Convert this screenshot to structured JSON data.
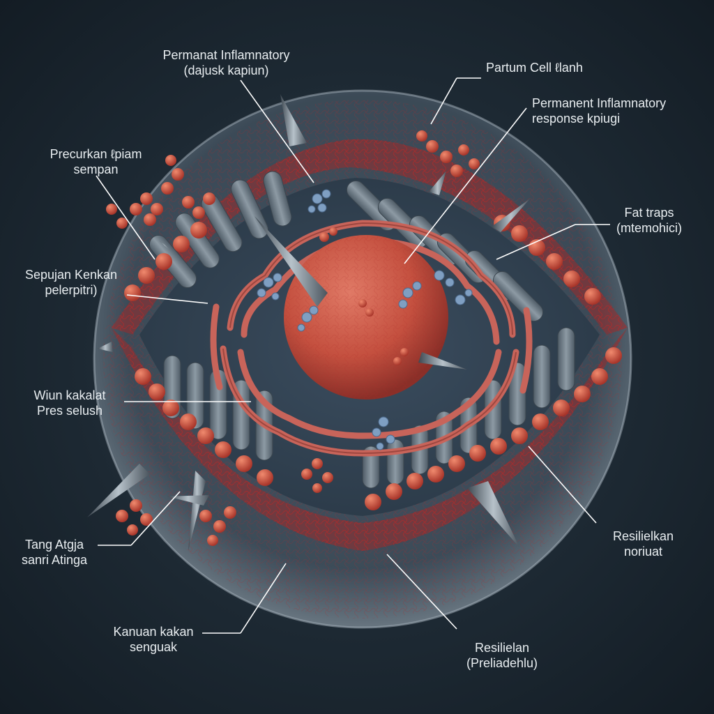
{
  "labels": [
    {
      "id": "top-center",
      "lines": [
        "Permanat Inflamnatory",
        "(dajusk kapiun)"
      ]
    },
    {
      "id": "top-right",
      "lines": [
        "Partum Cell ℓlanh"
      ]
    },
    {
      "id": "upper-right",
      "lines": [
        "Permanent Inflamnatory",
        "response kpiugi"
      ]
    },
    {
      "id": "upper-left",
      "lines": [
        "Precurkan ℓpiam",
        "sempan"
      ]
    },
    {
      "id": "right-1",
      "lines": [
        "Fat traps",
        "(mtemohici)"
      ]
    },
    {
      "id": "left-2",
      "lines": [
        "Sepujan Kenkan",
        "pelerpitri)"
      ]
    },
    {
      "id": "left-3",
      "lines": [
        "Wiun kakalat",
        "Pres selush"
      ]
    },
    {
      "id": "left-4",
      "lines": [
        "Tang Atgja",
        "sanri Atinga"
      ]
    },
    {
      "id": "right-2",
      "lines": [
        "Resilielkan",
        "noriuat"
      ]
    },
    {
      "id": "bottom-left",
      "lines": [
        "Kanuan kakan",
        "senguak"
      ]
    },
    {
      "id": "bottom-right",
      "lines": [
        "Resilielan",
        "(Preliadehlu)"
      ]
    }
  ],
  "colors": {
    "background": "#1b2730",
    "membrane": "#9a2b2b",
    "cristae": "#c8645a",
    "nucleus": "#c9554a",
    "organelle_gray": "#6f7d88",
    "vesicle_red": "#d4553f",
    "protein_blue": "#7f9fc2",
    "label_text": "#e9eef1",
    "leader_line": "#ffffff"
  }
}
